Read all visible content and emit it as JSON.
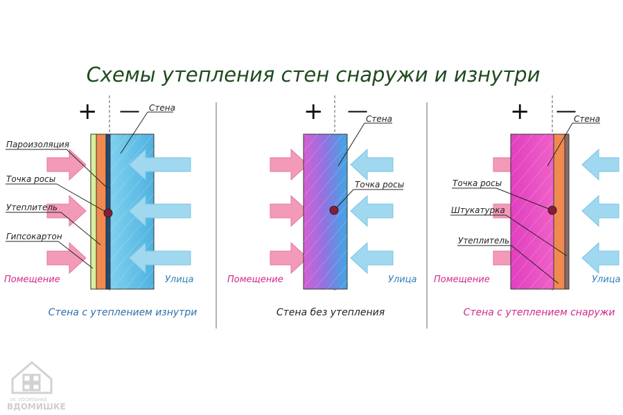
{
  "title": "Схемы утепления стен снаружи и изнутри",
  "colors": {
    "title": "#1f4a1f",
    "inside_arrow": "#f29ab8",
    "outside_arrow": "#9fd8ef",
    "room_label": "#d0288a",
    "street_label": "#2e7fb8",
    "caption_left": "#2e6ea8",
    "caption_mid": "#222222",
    "caption_right": "#d0288a",
    "dew_point": "#8b1a3a"
  },
  "panels": [
    {
      "plus": "+",
      "minus": "—",
      "labels": [
        "Стена",
        "Пароизоляция",
        "Точка росы",
        "Утеплитель",
        "Гипсокартон"
      ],
      "room": "Помещение",
      "street": "Улица",
      "caption": "Стена с утеплением изнутри"
    },
    {
      "plus": "+",
      "minus": "—",
      "labels": [
        "Стена",
        "Точка росы"
      ],
      "room": "Помещение",
      "street": "Улица",
      "caption": "Стена без утепления"
    },
    {
      "plus": "+",
      "minus": "—",
      "labels": [
        "Стена",
        "Точка росы",
        "Штукатурка",
        "Утеплитель"
      ],
      "room": "Помещение",
      "street": "Улица",
      "caption": "Стена с утеплением снаружи"
    }
  ],
  "logo": {
    "small": "VK VDOMISHKE",
    "big": "ВДОМИШКЕ",
    "icon": "house-icon"
  }
}
